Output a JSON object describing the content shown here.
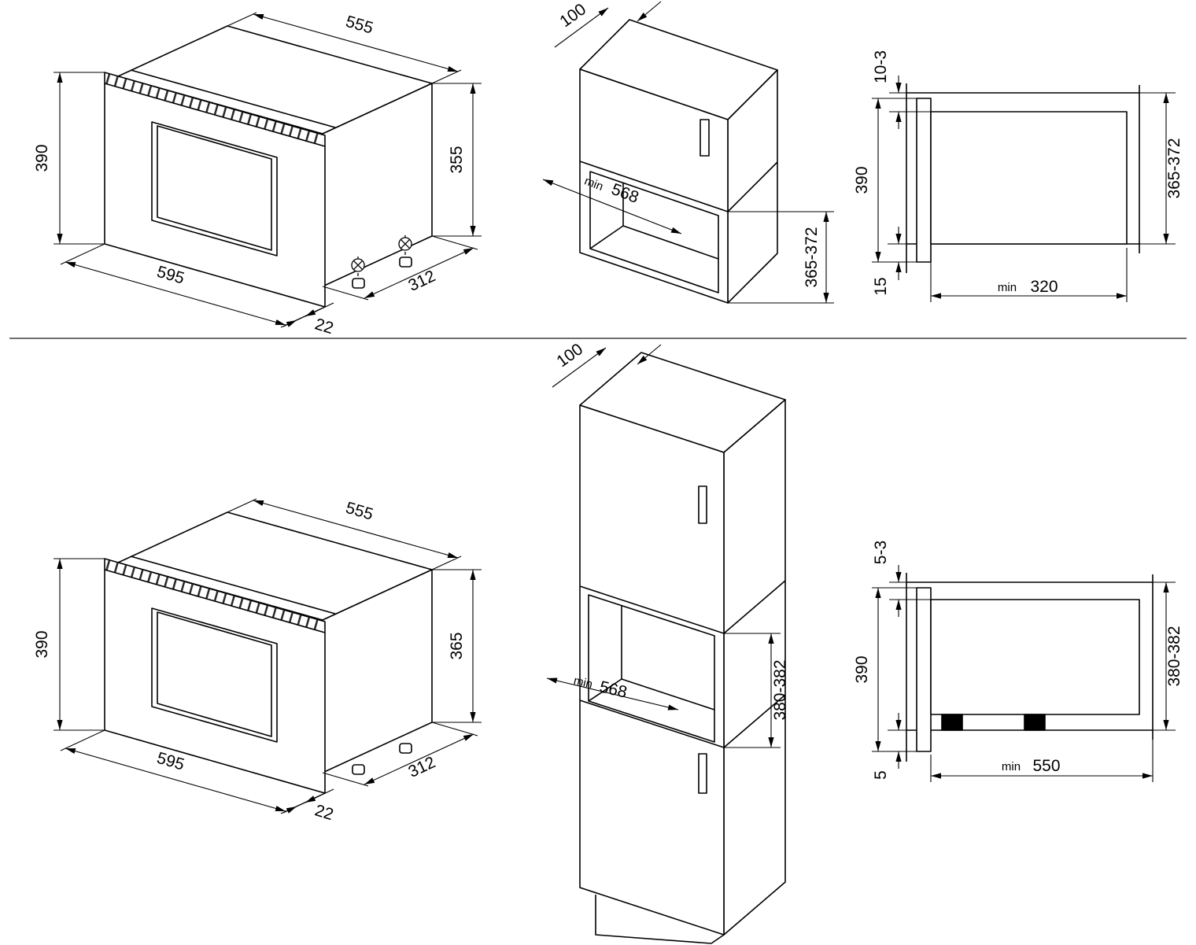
{
  "top_left": {
    "top_width": "555",
    "front_height": "390",
    "body_height": "355",
    "front_width": "595",
    "frame_depth": "22",
    "body_depth": "312"
  },
  "top_middle": {
    "rear_clearance": "100",
    "min_label": "min",
    "niche_depth": "568",
    "niche_height": "365-372"
  },
  "top_right": {
    "top_gap": "10-3",
    "front_height": "390",
    "bottom_overlap": "15",
    "niche_height": "365-372",
    "min_label": "min",
    "min_depth": "320"
  },
  "bottom_left": {
    "top_width": "555",
    "front_height": "390",
    "body_height": "365",
    "front_width": "595",
    "frame_depth": "22",
    "body_depth": "312"
  },
  "bottom_middle": {
    "rear_clearance": "100",
    "niche_height": "380-382",
    "min_label": "min",
    "niche_depth": "568"
  },
  "bottom_right": {
    "top_gap": "5-3",
    "front_height": "390",
    "bottom_overlap": "5",
    "niche_height": "380-382",
    "min_label": "min",
    "min_depth": "550"
  }
}
